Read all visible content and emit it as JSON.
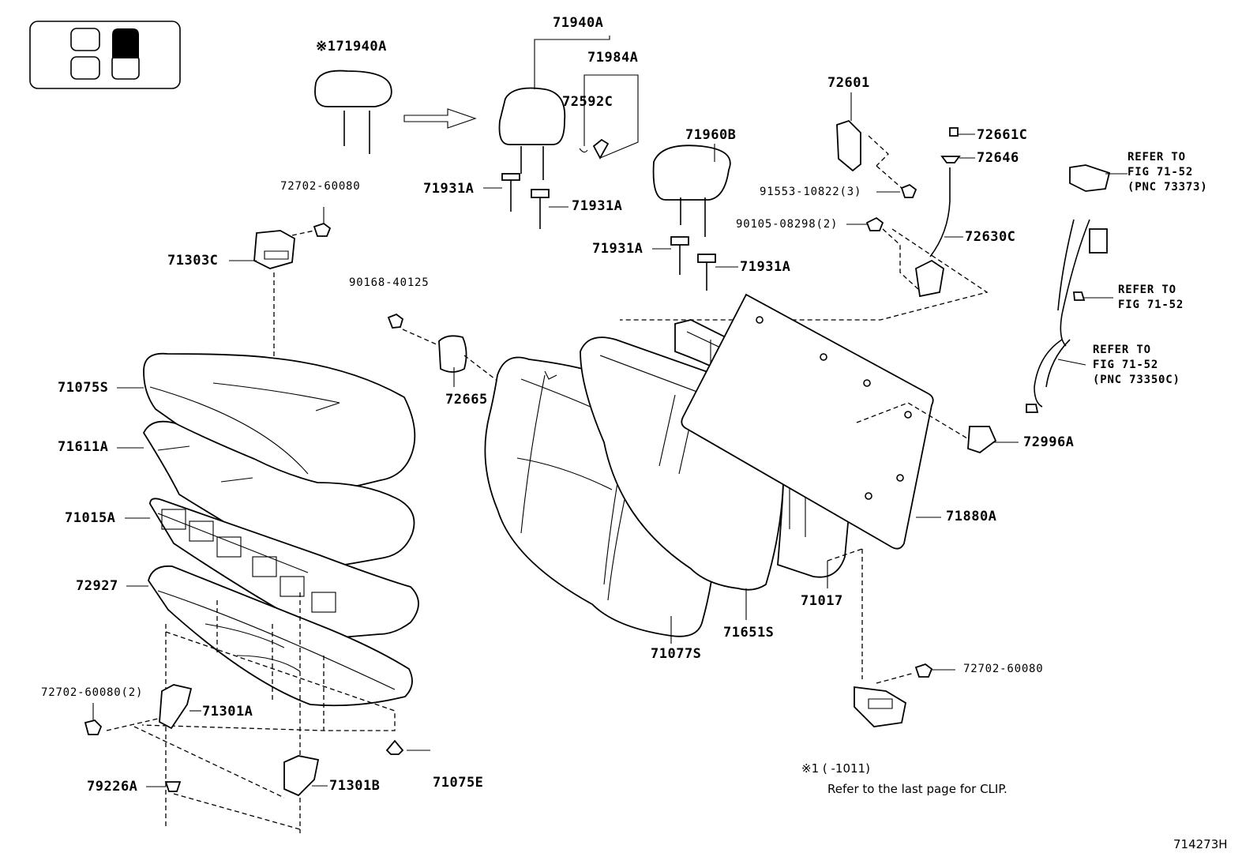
{
  "legend_icon": "seat-layout-icon",
  "labels": {
    "p71940A_star": "※171940A",
    "p71940A": "71940A",
    "p71984A": "71984A",
    "p72592C": "72592C",
    "p71931A_1": "71931A",
    "p71931A_2": "71931A",
    "p71931A_3": "71931A",
    "p71931A_4": "71931A",
    "p71960B": "71960B",
    "p72601": "72601",
    "p72661C": "72661C",
    "p72646": "72646",
    "p91553": "91553-10822(3)",
    "p90105": "90105-08298(2)",
    "p72630C": "72630C",
    "p72702_top": "72702-60080",
    "p71303C": "71303C",
    "p90168": "90168-40125",
    "p72665": "72665",
    "p71075S": "71075S",
    "p71611A": "71611A",
    "p71015A": "71015A",
    "p72927": "72927",
    "p72702_left": "72702-60080(2)",
    "p71301A": "71301A",
    "p79226A": "79226A",
    "p71301B": "71301B",
    "p71075E": "71075E",
    "p71077S": "71077S",
    "p71651S": "71651S",
    "p71017": "71017",
    "p71880A": "71880A",
    "p72996A": "72996A",
    "p72702_right": "72702-60080"
  },
  "refs": {
    "r1_line1": "REFER TO",
    "r1_line2": "FIG 71-52",
    "r1_line3": "(PNC 73373)",
    "r2_line1": "REFER TO",
    "r2_line2": "FIG 71-52",
    "r3_line1": "REFER TO",
    "r3_line2": "FIG 71-52",
    "r3_line3": "(PNC 73350C)"
  },
  "note": {
    "line1": "※1 (       -1011)",
    "line2": "Refer to the last page for CLIP."
  },
  "figure_code": "714273H"
}
